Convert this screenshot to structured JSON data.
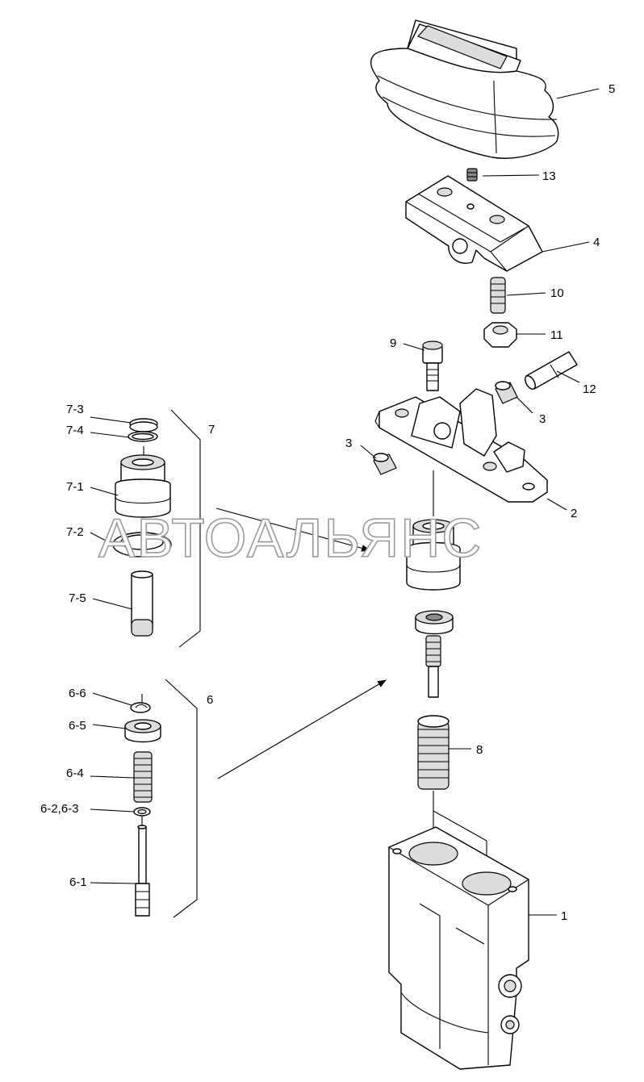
{
  "watermark": "АВТОАЛЬЯНС",
  "callouts": {
    "c1": "1",
    "c2": "2",
    "c3a": "3",
    "c3b": "3",
    "c4": "4",
    "c5": "5",
    "c6": "6",
    "c7": "7",
    "c8": "8",
    "c9": "9",
    "c10": "10",
    "c11": "11",
    "c12": "12",
    "c13": "13",
    "c6_1": "6-1",
    "c6_2_3": "6-2,6-3",
    "c6_4": "6-4",
    "c6_5": "6-5",
    "c6_6": "6-6",
    "c7_1": "7-1",
    "c7_2": "7-2",
    "c7_3": "7-3",
    "c7_4": "7-4",
    "c7_5": "7-5"
  }
}
